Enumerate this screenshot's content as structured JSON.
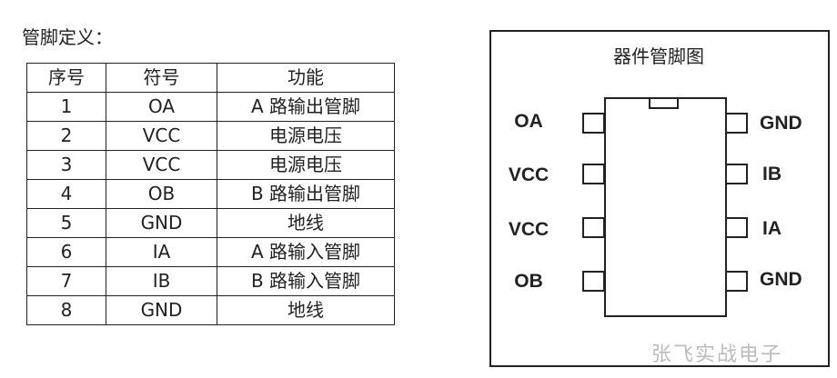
{
  "heading": "管脚定义：",
  "table": {
    "headers": [
      "序号",
      "符号",
      "功能"
    ],
    "rows": [
      [
        "1",
        "OA",
        "A 路输出管脚"
      ],
      [
        "2",
        "VCC",
        "电源电压"
      ],
      [
        "3",
        "VCC",
        "电源电压"
      ],
      [
        "4",
        "OB",
        "B 路输出管脚"
      ],
      [
        "5",
        "GND",
        "地线"
      ],
      [
        "6",
        "IA",
        "A 路输入管脚"
      ],
      [
        "7",
        "IB",
        "B 路输入管脚"
      ],
      [
        "8",
        "GND",
        "地线"
      ]
    ]
  },
  "diagram": {
    "title": "器件管脚图",
    "left_pins": [
      "OA",
      "VCC",
      "VCC",
      "OB"
    ],
    "right_pins": [
      "GND",
      "IB",
      "IA",
      "GND"
    ]
  },
  "watermark": "张飞实战电子"
}
